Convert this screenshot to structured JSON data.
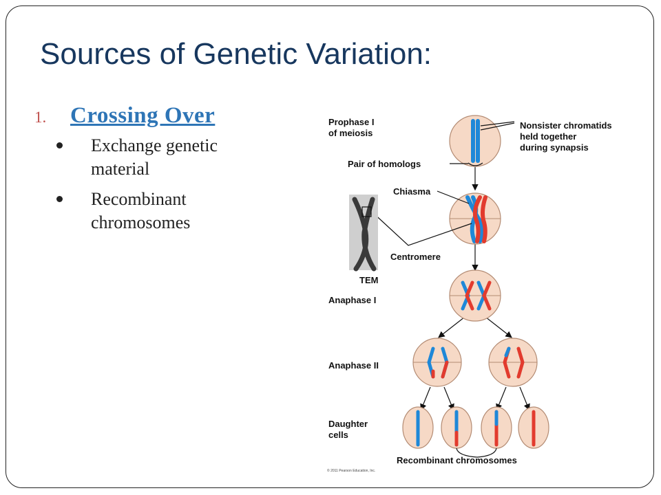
{
  "slide": {
    "title": "Sources of Genetic Variation:",
    "list": {
      "number": "1.",
      "heading": "Crossing Over",
      "bullets": [
        "Exchange genetic material",
        "Recombinant chromosomes"
      ]
    }
  },
  "figure": {
    "labels": {
      "prophase": "Prophase I",
      "of_meiosis": "of meiosis",
      "nonsister1": "Nonsister chromatids",
      "nonsister2": "held together",
      "nonsister3": "during synapsis",
      "pair": "Pair of homologs",
      "chiasma": "Chiasma",
      "centromere": "Centromere",
      "tem": "TEM",
      "anaphase1": "Anaphase I",
      "anaphase2": "Anaphase II",
      "daughter1": "Daughter",
      "daughter2": "cells",
      "recombinant": "Recombinant chromosomes",
      "copyright": "© 2011 Pearson Education, Inc."
    },
    "colors": {
      "blue": "#1e88d8",
      "red": "#e23b2e",
      "cell_fill": "#f6d9c6",
      "cell_stroke": "#b38b73"
    }
  }
}
